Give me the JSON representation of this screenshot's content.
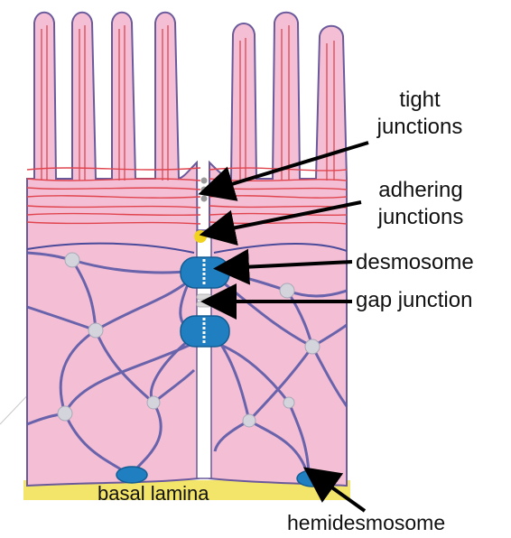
{
  "labels": {
    "tight": [
      "tight",
      "junctions"
    ],
    "adhering": [
      "adhering",
      "junctions"
    ],
    "desmosome": "desmosome",
    "gap": "gap junction",
    "basal": "basal lamina",
    "hemi": "hemidesmosome"
  },
  "colors": {
    "cytoplasm": "#f4bfd4",
    "outline": "#6a5a9c",
    "actin": "#e0454f",
    "intermediate_filaments": "#5a5aa8",
    "desmosome_plaque": "#1f7fc0",
    "adhering_junction": "#f1d21f",
    "basal_lamina": "#f3e46a",
    "gap_junction": "#d9d9d9",
    "arrow": "#000000"
  }
}
